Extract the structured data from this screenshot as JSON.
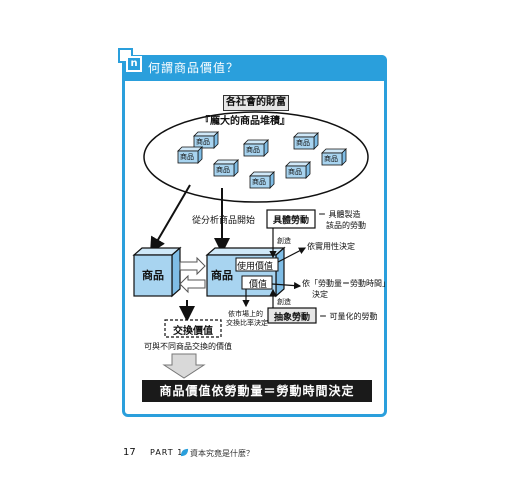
{
  "header": {
    "badge_letter": "n",
    "title": "何謂商品價值？"
  },
  "diagram": {
    "wealth_label": "各社會的財富",
    "commodity_heap": "『龐大的商品堆積』",
    "small_box_label": "商品",
    "analysis_label": "從分析商品開始",
    "commodity_left": "商品",
    "commodity_right": "商品",
    "use_value": "使用價值",
    "value": "價值",
    "concrete_labor": "具體勞動",
    "concrete_desc_1": "＝ 具體製造",
    "concrete_desc_2": "該品的勞動",
    "creates_1": "創造",
    "usefulness": "依實用性決定",
    "labor_amount_1": "依「勞動量＝勞動時間」",
    "labor_amount_2": "決定",
    "creates_2": "創造",
    "abstract_labor": "抽象勞動",
    "abstract_desc": "＝ 可量化的勞動",
    "market_1": "依市場上的",
    "market_2": "交換比率決定",
    "exchange_value": "交換價值",
    "exchange_desc": "可與不同商品交換的價值",
    "conclusion": "商品價值依勞動量＝勞動時間決定"
  },
  "footer": {
    "page": "17",
    "part": "PART 1",
    "subtitle": "資本究竟是什麼？"
  },
  "colors": {
    "accent": "#2a9fdc",
    "box_fill": "#a8d4f0",
    "dark": "#1a1a1a"
  }
}
